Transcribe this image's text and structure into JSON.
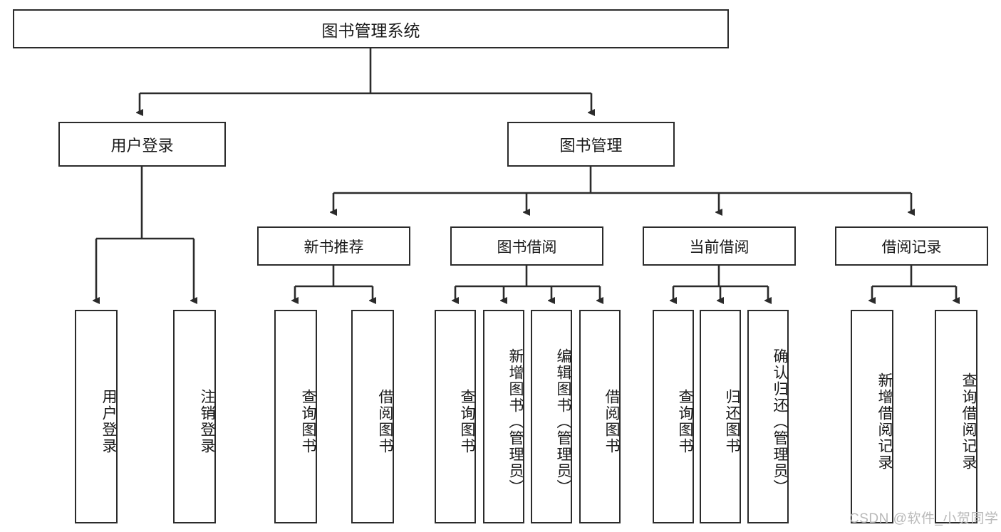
{
  "diagram": {
    "title_box": {
      "label": "图书管理系统"
    },
    "level1": [
      {
        "label": "用户登录"
      },
      {
        "label": "图书管理"
      }
    ],
    "level2": [
      {
        "label": "新书推荐"
      },
      {
        "label": "图书借阅"
      },
      {
        "label": "当前借阅"
      },
      {
        "label": "借阅记录"
      }
    ],
    "leaves": {
      "user_login": [
        {
          "label": "用户登录"
        },
        {
          "label": "注销登录"
        }
      ],
      "new_book_recommend": [
        {
          "label": "查询图书"
        },
        {
          "label": "借阅图书"
        }
      ],
      "book_borrow": [
        {
          "label": "查询图书"
        },
        {
          "label": "新增图书（管理员）"
        },
        {
          "label": "编辑图书（管理员）"
        },
        {
          "label": "借阅图书"
        }
      ],
      "current_borrow": [
        {
          "label": "查询图书"
        },
        {
          "label": "归还图书"
        },
        {
          "label": "确认归还（管理员）"
        }
      ],
      "borrow_record": [
        {
          "label": "新增借阅记录"
        },
        {
          "label": "查询借阅记录"
        }
      ]
    }
  },
  "watermark": {
    "text": "CSDN @软件_小贺同学"
  },
  "colors": {
    "line": "#2b2b2b",
    "box_fill": "#ffffff",
    "text": "#1a1a1a",
    "watermark": "#b9b9b9"
  }
}
